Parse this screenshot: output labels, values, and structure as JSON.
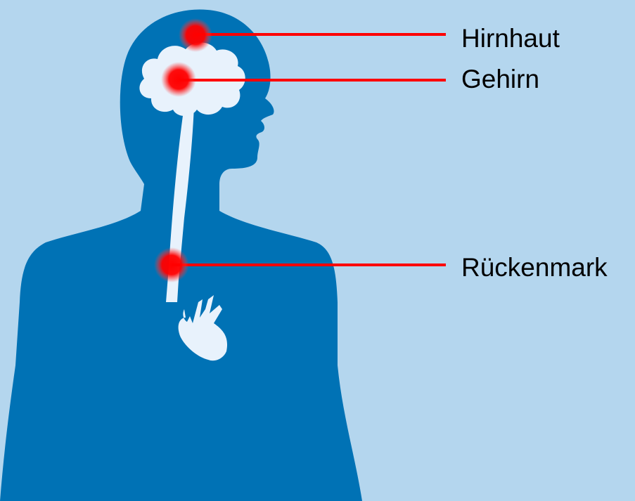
{
  "colors": {
    "background": "#b4d6ee",
    "body": "#0072b5",
    "organs": "#e8f2fc",
    "marker": "#ff0000",
    "text": "#000000"
  },
  "labels": {
    "meninges": "Hirnhaut",
    "brain": "Gehirn",
    "spinal_cord": "Rückenmark"
  },
  "icons": [
    "human-silhouette",
    "brain-icon",
    "heart-icon"
  ]
}
